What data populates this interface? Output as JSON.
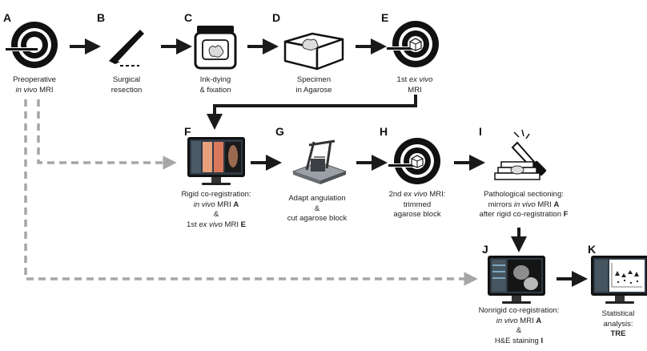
{
  "steps": {
    "A": {
      "letter": "A",
      "line1": "Preoperative",
      "line2_it": "in vivo",
      "line2_rest": " MRI",
      "icon": "mri-scanner-icon"
    },
    "B": {
      "letter": "B",
      "line1": "Surgical",
      "line2": "resection",
      "icon": "scalpel-icon"
    },
    "C": {
      "letter": "C",
      "line1": "Ink-dying",
      "line2": "& fixation",
      "icon": "specimen-jar-icon"
    },
    "D": {
      "letter": "D",
      "line1": "Specimen",
      "line2": "in Agarose",
      "icon": "agarose-block-icon"
    },
    "E": {
      "letter": "E",
      "line1_pre": "1st ",
      "line1_it": "ex vivo",
      "line2": "MRI",
      "icon": "mri-scanner-with-block-icon"
    },
    "F": {
      "letter": "F",
      "line1": "Rigid co-registration:",
      "line2_it": "in vivo",
      "line2_rest": " MRI ",
      "line2_bold": "A",
      "line3": "&",
      "line4_pre": "1st ",
      "line4_it": "ex vivo",
      "line4_rest": " MRI ",
      "line4_bold": "E",
      "icon": "monitor-icon"
    },
    "G": {
      "letter": "G",
      "line1": "Adapt angulation",
      "line2": "&",
      "line3": "cut agarose block",
      "icon": "cutting-device-icon"
    },
    "H": {
      "letter": "H",
      "line1_pre": "2nd ",
      "line1_it": "ex vivo",
      "line1_rest": " MRI:",
      "line2": "trimmed",
      "line3": "agarose block",
      "icon": "mri-scanner-with-block-icon"
    },
    "I": {
      "letter": "I",
      "line1": "Pathological sectioning:",
      "line2_pre": "mirrors ",
      "line2_it": "in vivo",
      "line2_rest": " MRI ",
      "line2_bold": "A",
      "line3_pre": "after rigid co-registration ",
      "line3_bold": "F",
      "icon": "slicing-knife-icon"
    },
    "J": {
      "letter": "J",
      "line1": "Nonrigid co-registration:",
      "line2_it": "in vivo",
      "line2_rest": " MRI ",
      "line2_bold": "A",
      "line3": "&",
      "line4_pre": "H&E staining ",
      "line4_bold": "I",
      "icon": "monitor-icon"
    },
    "K": {
      "letter": "K",
      "line1": "Statistical",
      "line2": "analysis:",
      "line3_bold": "TRE",
      "icon": "monitor-chart-icon"
    }
  },
  "colors": {
    "arrow": "#1a1a1a",
    "dashed_arrow": "#a6a6a6",
    "icon": "#111111",
    "monitor_screen": "#2e3a45"
  }
}
